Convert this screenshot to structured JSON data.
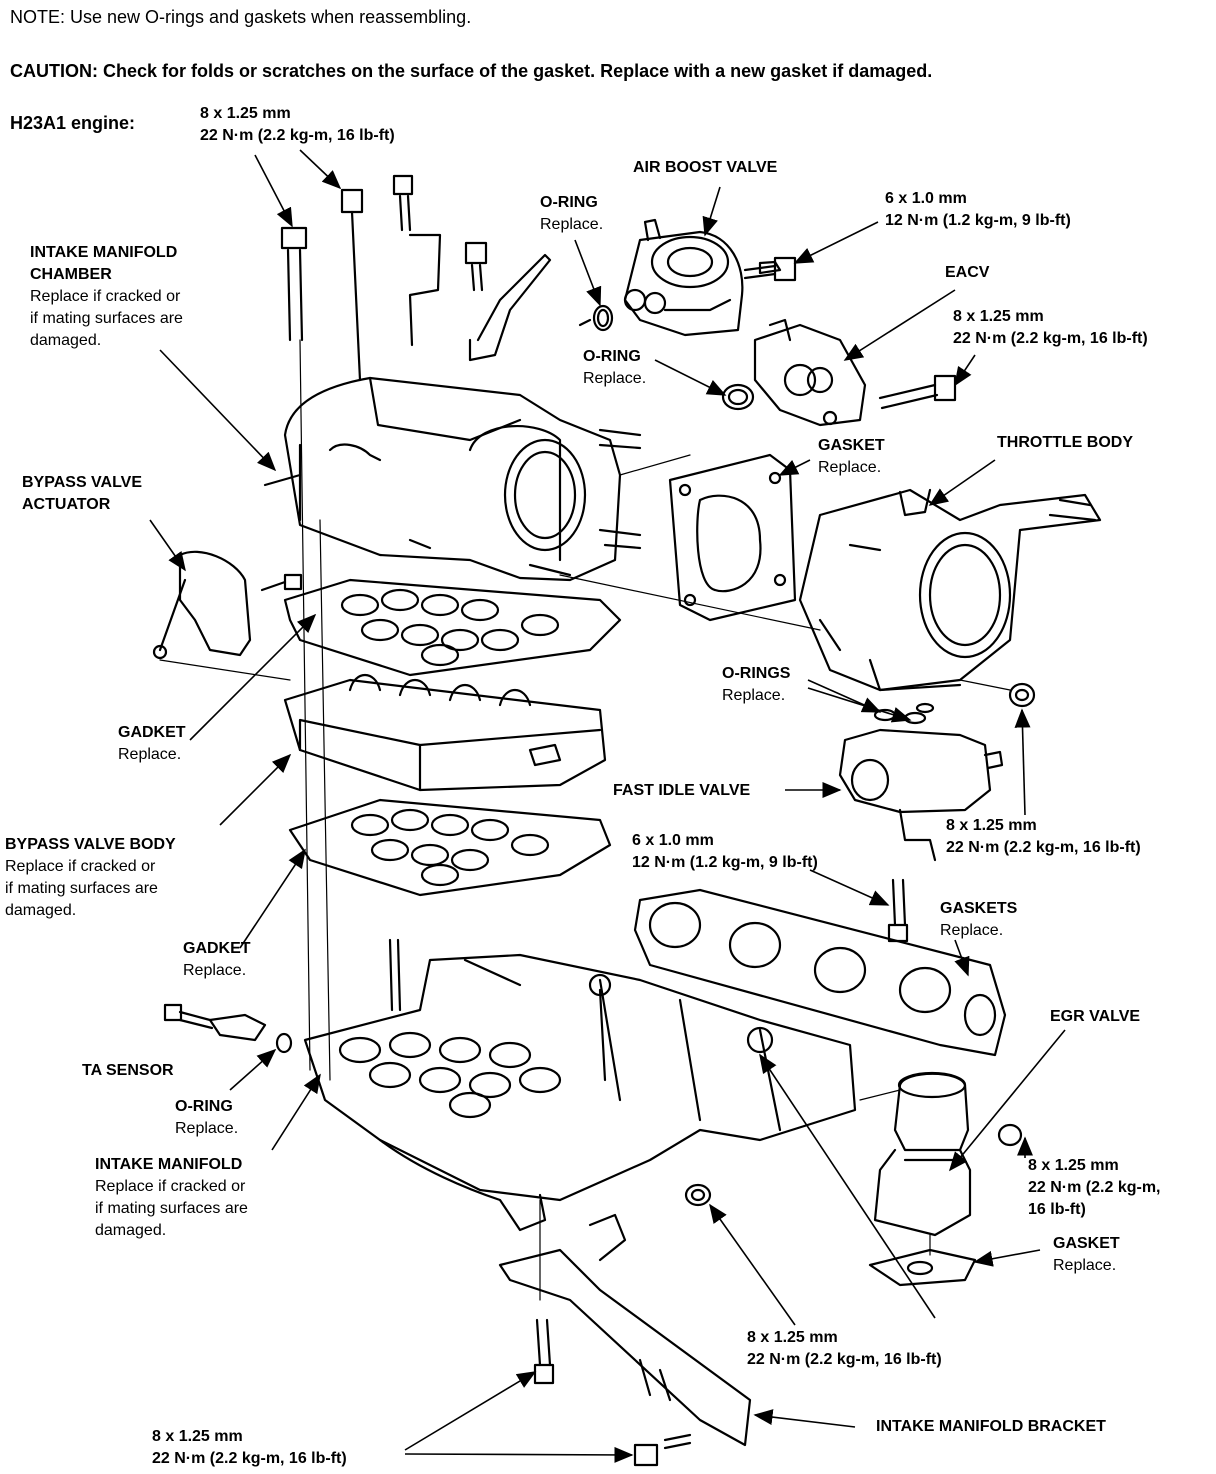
{
  "note": "NOTE:  Use new O-rings and gaskets when reassembling.",
  "caution": "CAUTION:  Check for folds or scratches on the surface of the gasket. Replace with a new gasket if damaged.",
  "engine_label": "H23A1 engine:",
  "torques": {
    "top_bolt": {
      "size": "8 x 1.25 mm",
      "torque": "22 N·m (2.2 kg-m, 16 lb-ft)"
    },
    "air_boost_bolt": {
      "size": "6 x 1.0 mm",
      "torque": "12 N·m (1.2 kg-m, 9 lb-ft)"
    },
    "eacv_bolt": {
      "size": "8 x 1.25 mm",
      "torque": "22 N·m (2.2 kg-m, 16 lb-ft)"
    },
    "throttle_nut": {
      "size": "8 x 1.25 mm",
      "torque": "22 N·m (2.2 kg-m, 16 lb-ft)"
    },
    "fast_idle_bolt": {
      "size": "6 x 1.0 mm",
      "torque": "12 N·m (1.2 kg-m, 9 lb-ft)"
    },
    "egr_nut": {
      "size": "8 x 1.25 mm",
      "torque_1": "22 N·m (2.2 kg-m,",
      "torque_2": "16 lb-ft)"
    },
    "manifold_nut": {
      "size": "8 x 1.25 mm",
      "torque": "22 N·m (2.2 kg-m, 16 lb-ft)"
    },
    "bracket_bolt": {
      "size": "8 x 1.25 mm",
      "torque": "22 N·m (2.2 kg-m, 16 lb-ft)"
    }
  },
  "labels": {
    "air_boost_valve": "AIR BOOST VALVE",
    "o_ring": "O-RING",
    "replace": "Replace.",
    "eacv": "EACV",
    "intake_chamber_1": "INTAKE MANIFOLD",
    "intake_chamber_2": "CHAMBER",
    "chamber_note_1": "Replace if cracked or",
    "chamber_note_2": "if mating surfaces are",
    "chamber_note_3": "damaged.",
    "gasket": "GASKET",
    "throttle_body": "THROTTLE BODY",
    "bypass_actuator_1": "BYPASS VALVE",
    "bypass_actuator_2": "ACTUATOR",
    "o_rings": "O-RINGS",
    "gadket": "GADKET",
    "fast_idle_valve": "FAST IDLE VALVE",
    "bypass_body": "BYPASS VALVE BODY",
    "body_note_1": "Replace if cracked or",
    "body_note_2": "if mating surfaces are",
    "body_note_3": "damaged.",
    "gaskets": "GASKETS",
    "egr_valve": "EGR VALVE",
    "ta_sensor": "TA SENSOR",
    "intake_manifold": "INTAKE MANIFOLD",
    "manifold_note_1": "Replace if cracked or",
    "manifold_note_2": "if mating surfaces are",
    "manifold_note_3": "damaged.",
    "bracket": "INTAKE MANIFOLD BRACKET"
  }
}
